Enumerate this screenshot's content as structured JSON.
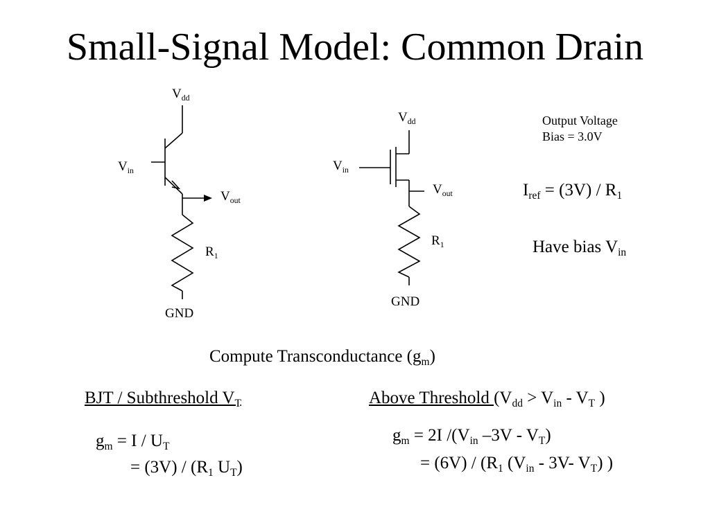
{
  "slide": {
    "title": "Small-Signal Model: Common Drain"
  },
  "bjt_circuit": {
    "vdd": {
      "main": "V",
      "sub": "dd"
    },
    "vin": {
      "main": "V",
      "sub": "in"
    },
    "vout": {
      "main": "V",
      "sub": "out"
    },
    "r1": {
      "main": "R",
      "sub": "1"
    },
    "gnd": "GND"
  },
  "mos_circuit": {
    "vdd": {
      "main": "V",
      "sub": "dd"
    },
    "vin": {
      "main": "V",
      "sub": "in"
    },
    "vout": {
      "main": "V",
      "sub": "out"
    },
    "r1": {
      "main": "R",
      "sub": "1"
    },
    "gnd": "GND"
  },
  "notes": {
    "output_voltage": "Output Voltage",
    "bias": "Bias = 3.0V",
    "iref": {
      "i": "I",
      "sub": "ref",
      "eq": " = (3V) / R",
      "r_sub": "1"
    },
    "have_bias": {
      "text": "Have bias V",
      "sub": "in"
    }
  },
  "compute": {
    "text": "Compute Transconductance (g",
    "sub": "m",
    "close": ")"
  },
  "bjt_section": {
    "heading": {
      "text": "BJT / Subthreshold V",
      "sub": "T"
    },
    "line1": {
      "g": "g",
      "g_sub": "m",
      "eq": " = I / U",
      "u_sub": "T"
    },
    "line2": {
      "a": "= (3V) / (R",
      "r_sub": "1",
      "b": " U",
      "u_sub": "T",
      "c": ")"
    }
  },
  "above_section": {
    "heading": {
      "text": "Above Threshold ",
      "rest_a": "(V",
      "dd": "dd",
      "rest_b": " > V",
      "in": "in",
      "rest_c": " - V",
      "t": "T",
      "rest_d": " )"
    },
    "line1": {
      "g": "g",
      "g_sub": "m",
      "a": " = 2I /(V",
      "in_sub": "in",
      "b": " –3V - V",
      "t_sub": "T",
      "c": ")"
    },
    "line2": {
      "a": "= (6V) / (R",
      "r_sub": "1",
      "b": " (V",
      "in_sub": "in",
      "c": " - 3V- V",
      "t_sub": "T",
      "d": ") )"
    }
  }
}
